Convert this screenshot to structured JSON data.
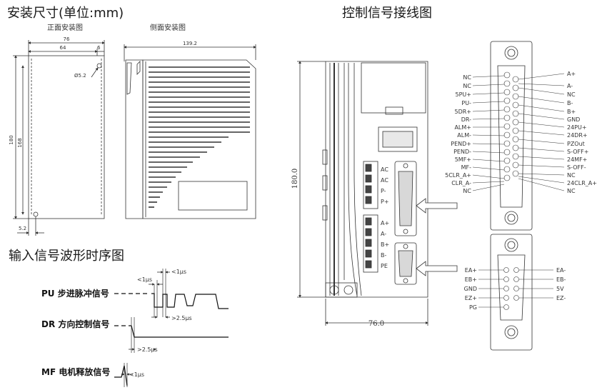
{
  "titles": {
    "install": "安装尺寸(单位:mm)",
    "front_view": "正面安装图",
    "side_view": "侧面安装图",
    "wiring": "控制信号接线图",
    "timing": "输入信号波形时序图"
  },
  "front_dims": {
    "w76": "76",
    "w64": "64",
    "w6": "6",
    "h180": "180",
    "h168": "168",
    "hole": "Ø5.2",
    "b52": "5.2"
  },
  "side_dims": {
    "w1392": "139.2"
  },
  "drive_dims": {
    "h180": "180.0",
    "w76": "76.0"
  },
  "terminals": {
    "power": [
      "AC",
      "AC",
      "P-",
      "P+"
    ],
    "motor": [
      "A+",
      "A-",
      "B+",
      "B-",
      "PE"
    ]
  },
  "db25": {
    "left": [
      "NC",
      "NC",
      "5PU+",
      "PU-",
      "5DR+",
      "DR-",
      "ALM+",
      "ALM-",
      "PEND+",
      "PEND-",
      "5MF+",
      "MF-",
      "5CLR_A+",
      "CLR_A-",
      "NC"
    ],
    "right": [
      "A+",
      "A-",
      "NC",
      "B-",
      "B+",
      "GND",
      "24PU+",
      "24DR+",
      "PZOut",
      "S-OFF+",
      "24MF+",
      "S-OFF-",
      "NC",
      "24CLR_A+",
      "NC"
    ]
  },
  "db9": {
    "left": [
      "EA+",
      "EB+",
      "GND",
      "EZ+",
      "PG"
    ],
    "right": [
      "EA-",
      "EB-",
      "5V",
      "EZ-"
    ]
  },
  "timing": {
    "pu_label": "PU 步进脉冲信号",
    "dr_label": "DR 方向控制信号",
    "mf_label": "MF 电机释放信号",
    "t1a": "<1μs",
    "t1b": "<1μs",
    "t2a": ">2.5μs",
    "t2b": ">2.5μs",
    "t3": "<1μs"
  }
}
